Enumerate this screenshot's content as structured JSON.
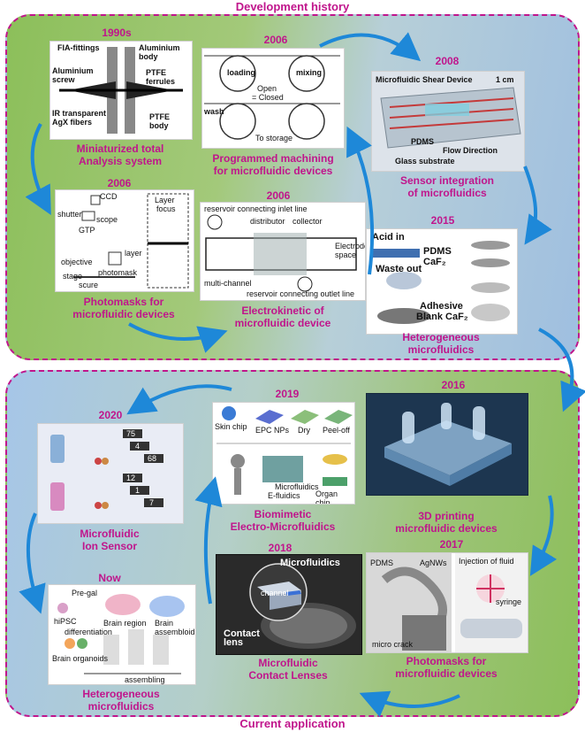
{
  "header_title": "Development history",
  "footer_title": "Current application",
  "colors": {
    "accent": "#c0158c",
    "arrow": "#1e88d8"
  },
  "top_panel": {
    "items": [
      {
        "year": "1990s",
        "caption": [
          "Miniaturized total",
          "Analysis system"
        ],
        "labels": [
          "FIA-fittings",
          "Aluminium body",
          "Aluminium screw",
          "PTFE ferrules",
          "IR transparent AgX fibers",
          "PTFE body"
        ]
      },
      {
        "year": "2006",
        "caption": [
          "Programmed machining",
          "for microfluidic devices"
        ],
        "labels": [
          "loading",
          "Open",
          "= Closed",
          "mixing",
          "wash",
          "To storage"
        ]
      },
      {
        "year": "2008",
        "caption": [
          "Sensor integration",
          "of microfluidics"
        ],
        "labels": [
          "Microfluidic Shear Device",
          "1 cm",
          "PDMS",
          "Flow Direction",
          "Glass substrate"
        ]
      },
      {
        "year": "2006",
        "caption": [
          "Photomasks for",
          "microfluidic devices"
        ],
        "labels": [
          "CCD",
          "shutter",
          "scope",
          "GTP",
          "Layer",
          "focus",
          "objective",
          "layer",
          "photomask",
          "stage",
          "scure"
        ]
      },
      {
        "year": "2006",
        "caption": [
          "Electrokinetic of",
          "microfluidic device"
        ],
        "labels": [
          "reservoir connecting inlet line",
          "distributor",
          "collector",
          "Electrode space",
          "multi-channel",
          "reservoir connecting outlet line"
        ]
      },
      {
        "year": "2015",
        "caption": [
          "Heterogeneous",
          "microfluidics"
        ],
        "labels": [
          "Acid in",
          "PDMS",
          "CaF₂",
          "Waste out",
          "Adhesive",
          "Blank CaF₂"
        ]
      }
    ]
  },
  "bottom_panel": {
    "items": [
      {
        "year": "2020",
        "caption": [
          "Microfluidic",
          "Ion Sensor"
        ],
        "labels": [
          "75",
          "4",
          "68",
          "12",
          "1",
          "7"
        ]
      },
      {
        "year": "2019",
        "caption": [
          "Biomimetic",
          "Electro-Microfluidics"
        ],
        "labels": [
          "Skin chip",
          "EPC NPs",
          "Dry",
          "Peel-off",
          "Microfluidics",
          "E-fluidics",
          "Organ chip"
        ]
      },
      {
        "year": "2016",
        "caption": [
          "3D printing",
          "microfluidic devices"
        ],
        "labels": []
      },
      {
        "year": "Now",
        "caption": [
          "Heterogeneous",
          "microfluidics"
        ],
        "labels": [
          "Pre-gal",
          "hiPSC",
          "differentiation",
          "Brain region",
          "Brain assembloid",
          "Brain organoids",
          "assembling"
        ]
      },
      {
        "year": "2018",
        "caption": [
          "Microfluidic",
          "Contact Lenses"
        ],
        "labels": [
          "Microfluidics",
          "channel",
          "Contact lens"
        ]
      },
      {
        "year": "2017",
        "caption": [
          "Photomasks for",
          "microfluidic devices"
        ],
        "labels": [
          "PDMS",
          "AgNWs",
          "Injection of fluid",
          "syringe",
          "micro crack"
        ]
      }
    ]
  }
}
